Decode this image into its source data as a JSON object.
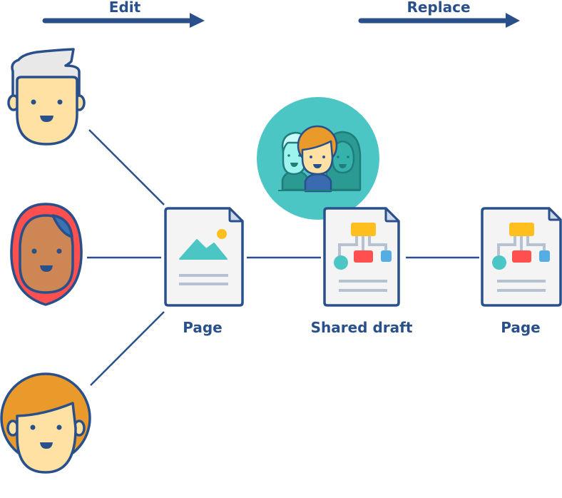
{
  "arrows": {
    "edit": {
      "label": "Edit"
    },
    "replace": {
      "label": "Replace"
    }
  },
  "users": [
    {
      "name": "user-gray-hair"
    },
    {
      "name": "user-hijab"
    },
    {
      "name": "user-orange-hair"
    }
  ],
  "documents": [
    {
      "label": "Page",
      "kind": "image-page"
    },
    {
      "label": "Shared draft",
      "kind": "diagram-page"
    },
    {
      "label": "Page",
      "kind": "diagram-page"
    }
  ],
  "colors": {
    "outline": "#29508a",
    "teal": "#4cc6c4",
    "skin": "#ffe1a3",
    "orange": "#e99a2a",
    "red": "#ff4f4f",
    "yellow": "#ffc01f",
    "blue": "#55aee3",
    "doc_bg": "#f4f4f4"
  }
}
